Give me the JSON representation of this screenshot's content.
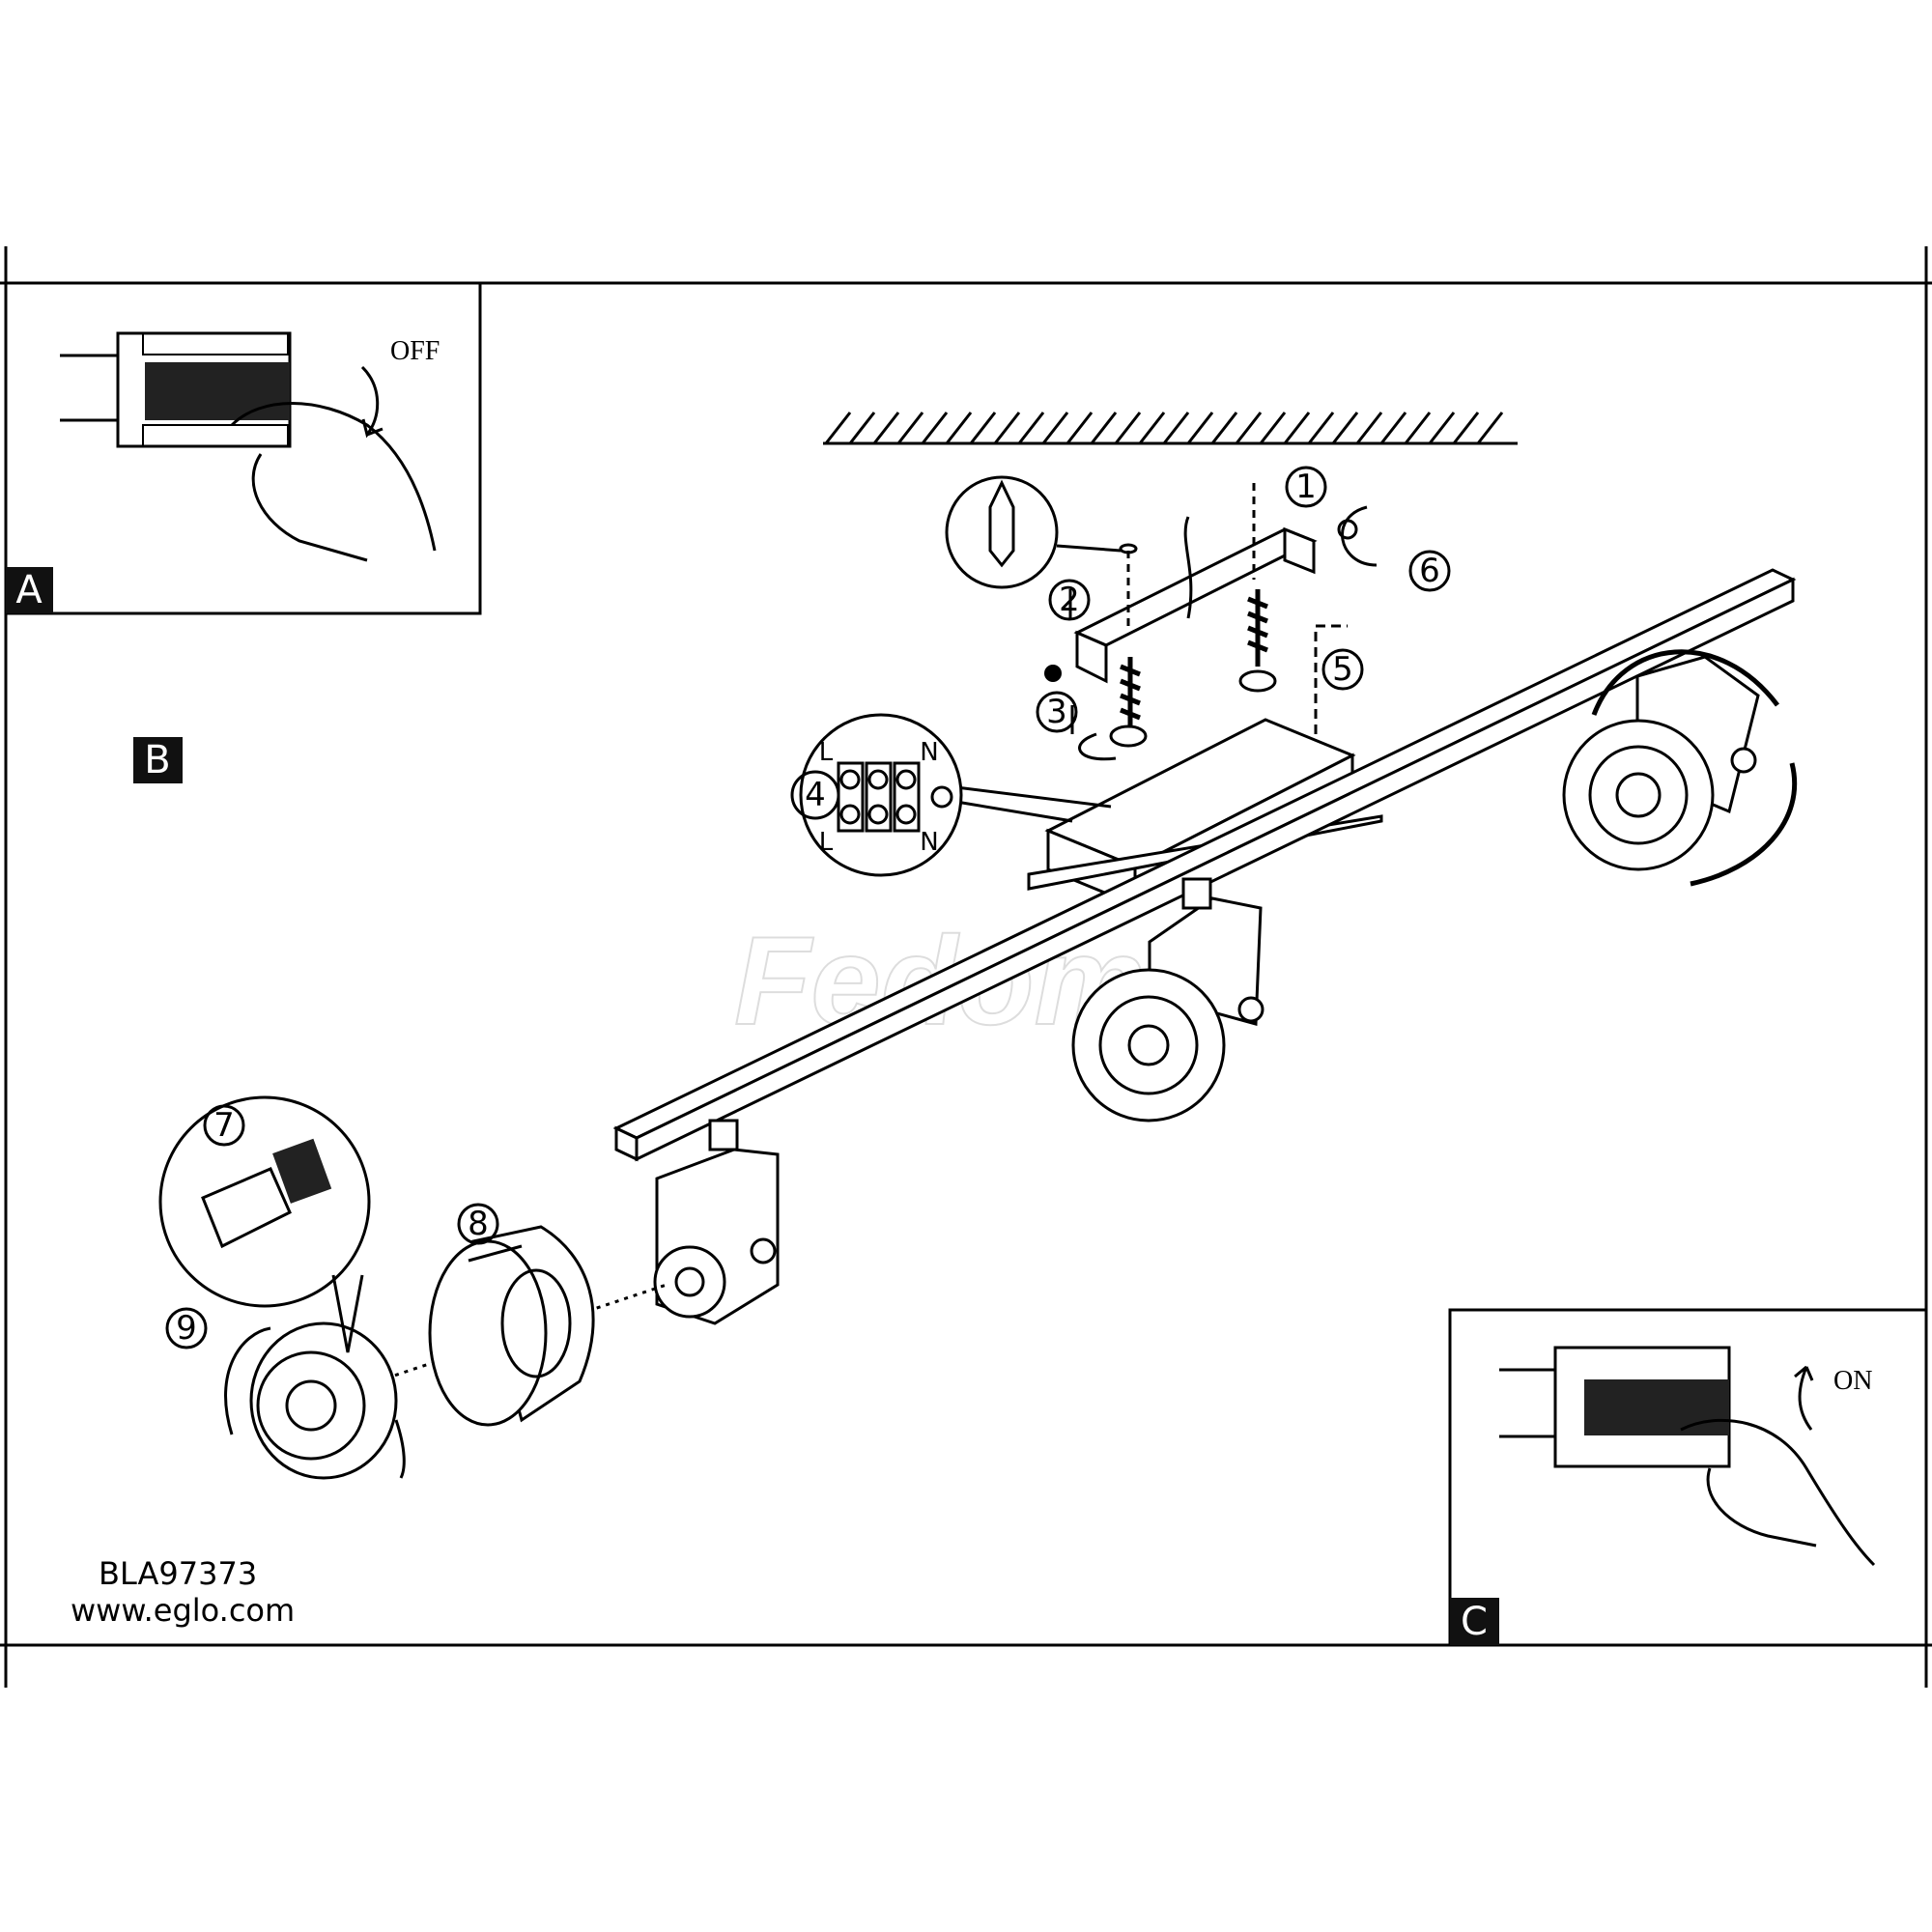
{
  "panels": {
    "a": {
      "label": "A",
      "switch_state": "OFF"
    },
    "b": {
      "label": "B"
    },
    "c": {
      "label": "C",
      "switch_state": "ON"
    }
  },
  "steps": [
    "1",
    "2",
    "3",
    "4",
    "5",
    "6",
    "7",
    "8",
    "9"
  ],
  "wiring": {
    "top_left": "L",
    "top_right": "N",
    "bottom_left": "L",
    "bottom_right": "N"
  },
  "footer": {
    "model": "BLA97373",
    "website": "www.eglo.com"
  },
  "watermark": "Fedomo"
}
